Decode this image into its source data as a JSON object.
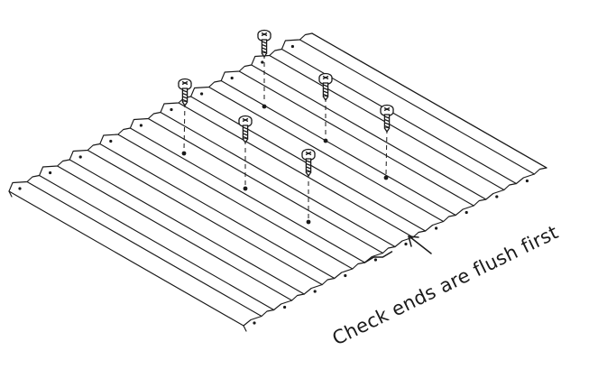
{
  "annotation": {
    "text": "Check ends are flush first"
  },
  "colors": {
    "line": "#1a1a1a",
    "panel_fill": "#ffffff",
    "screw_fill": "#ffffff"
  },
  "icons": {
    "screw": "screw-icon",
    "arrow": "arrow-icon"
  },
  "parts": {
    "slats": 10,
    "screws": 6
  }
}
